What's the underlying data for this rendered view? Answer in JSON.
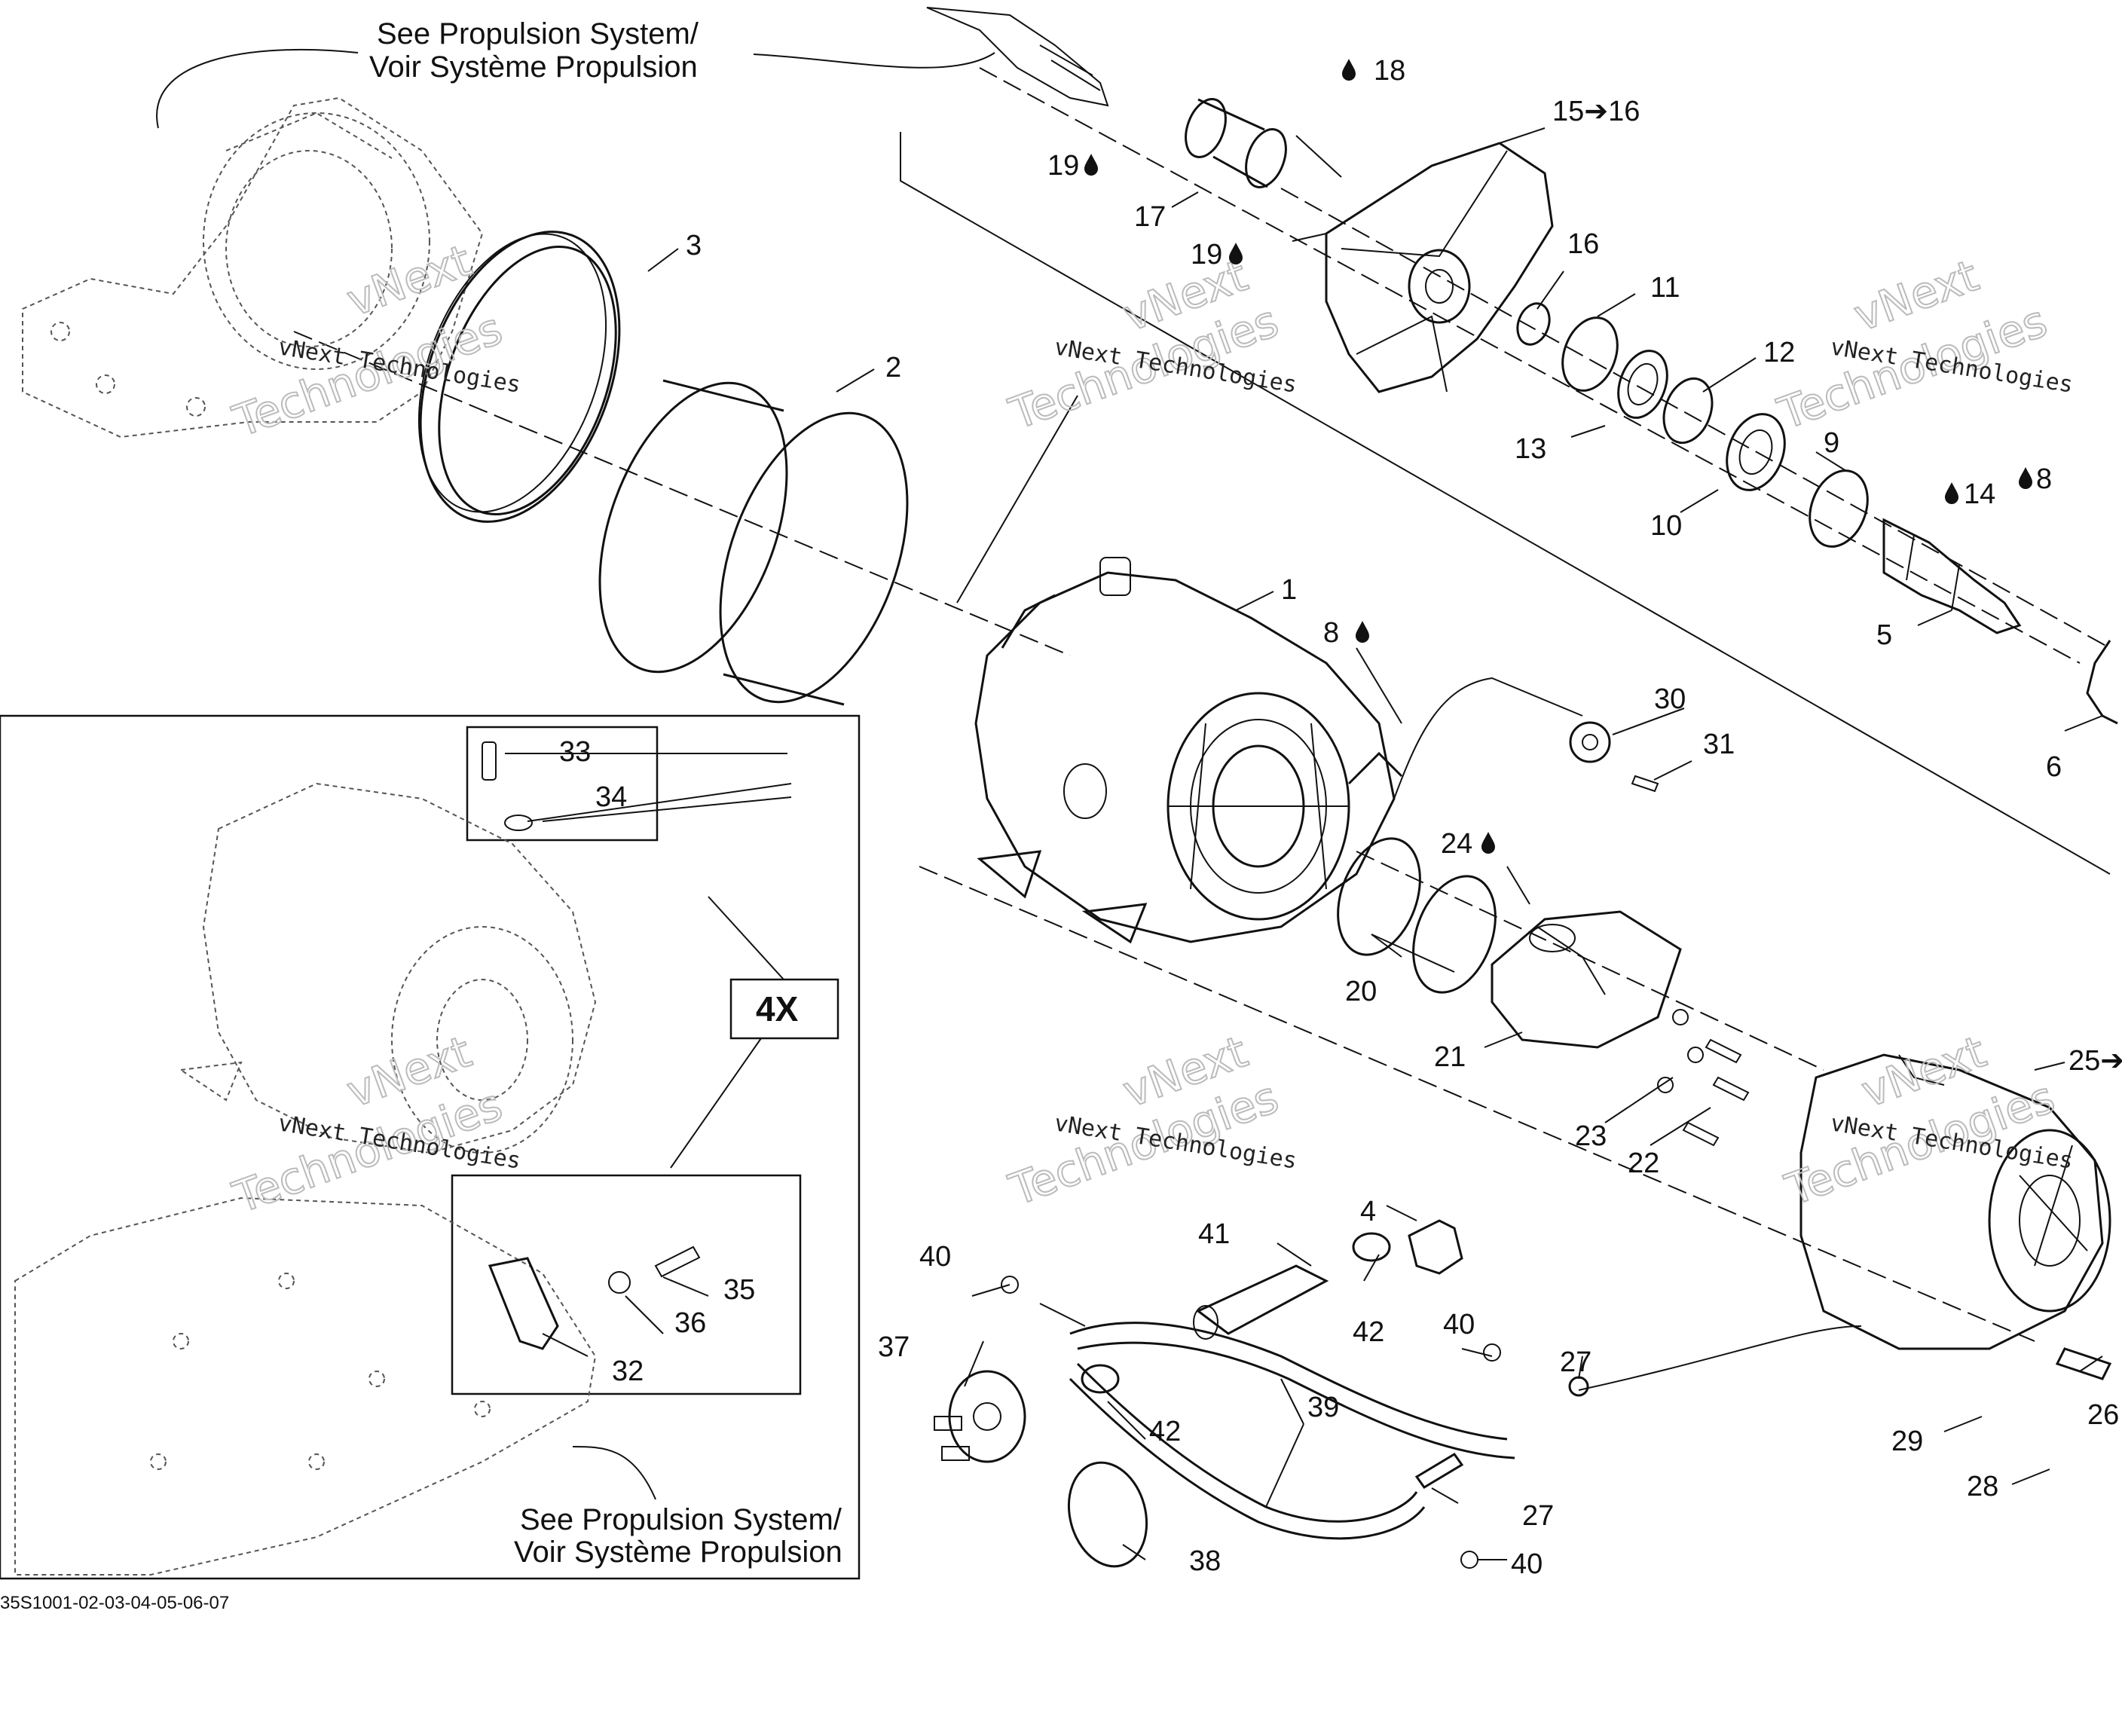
{
  "callouts": {
    "propulsion_top": {
      "line1": "See Propulsion System/",
      "line2": "Voir Système Propulsion"
    },
    "propulsion_bottom": {
      "line1": "See Propulsion System/",
      "line2": "Voir Système Propulsion"
    },
    "quantity": "4X",
    "drawing_code": "35S1001-02-03-04-05-06-07"
  },
  "watermark": {
    "line1": "vNext Technologies",
    "large_line1": "vNext",
    "large_line2": "Technologies"
  },
  "parts": {
    "p1": "1",
    "p2": "2",
    "p3": "3",
    "p4": "4",
    "p5": "5",
    "p6": "6",
    "p8": "8",
    "p8b": "8",
    "p9": "9",
    "p10": "10",
    "p11": "11",
    "p12": "12",
    "p13": "13",
    "p14": "14",
    "p15_16": "15➔16",
    "p16": "16",
    "p17": "17",
    "p18": "18",
    "p19a": "19",
    "p19b": "19",
    "p20": "20",
    "p21": "21",
    "p22": "22",
    "p23": "23",
    "p24": "24",
    "p25": "25➔",
    "p26": "26",
    "p27a": "27",
    "p27b": "27",
    "p28": "28",
    "p29": "29",
    "p30": "30",
    "p31": "31",
    "p32": "32",
    "p33": "33",
    "p34": "34",
    "p35": "35",
    "p36": "36",
    "p37": "37",
    "p38": "38",
    "p39": "39",
    "p40a": "40",
    "p40b": "40",
    "p40c": "40",
    "p41": "41",
    "p42a": "42",
    "p42b": "42"
  },
  "icons": {
    "oil_drop": "oil-drop-icon",
    "arrow": "arrow-right-icon"
  }
}
